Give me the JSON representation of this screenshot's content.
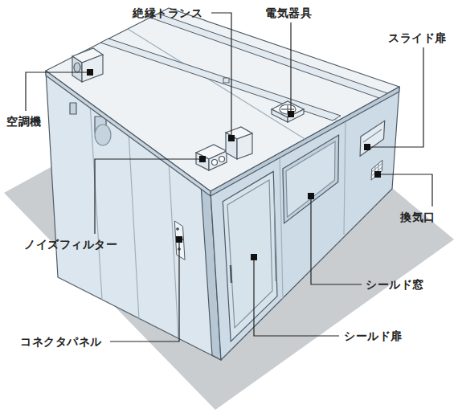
{
  "diagram": {
    "labels": [
      "絶縁トランス",
      "電気器具",
      "スライド扉",
      "空調機",
      "換気口",
      "ノイズフィルター",
      "シールド窓",
      "コネクタパネル",
      "シールド扉"
    ]
  }
}
